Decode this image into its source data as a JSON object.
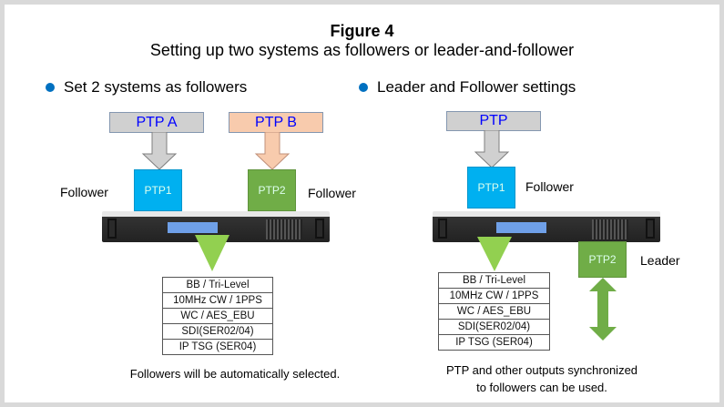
{
  "title": "Figure 4",
  "subtitle": "Setting up two systems as followers or leader-and-follower",
  "left": {
    "heading": "Set 2 systems as followers",
    "source_a": "PTP A",
    "source_b": "PTP B",
    "port1": "PTP1",
    "port2": "PTP2",
    "label_left": "Follower",
    "label_right": "Follower",
    "outputs": [
      "BB / Tri-Level",
      "10MHz CW / 1PPS",
      "WC / AES_EBU",
      "SDI(SER02/04)",
      "IP TSG (SER04)"
    ],
    "note": "Followers will be automatically selected."
  },
  "right": {
    "heading": "Leader and Follower settings",
    "source": "PTP",
    "port1": "PTP1",
    "port2": "PTP2",
    "label_follower": "Follower",
    "label_leader": "Leader",
    "outputs": [
      "BB / Tri-Level",
      "10MHz CW / 1PPS",
      "WC / AES_EBU",
      "SDI(SER02/04)",
      "IP TSG (SER04)"
    ],
    "note_line1": "PTP and other outputs synchronized",
    "note_line2": "to followers can be used."
  },
  "colors": {
    "bullet": "#0070c0",
    "ptp1": "#00b0f0",
    "ptp2": "#70ad47",
    "ptp_a": "#d0d0d0",
    "ptp_b": "#f8cbad",
    "triangle": "#92d050",
    "source_text": "#0000ff"
  }
}
